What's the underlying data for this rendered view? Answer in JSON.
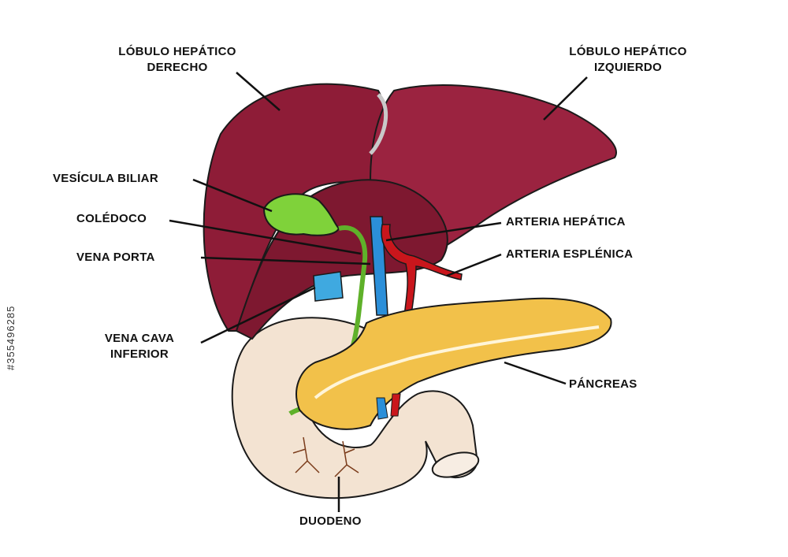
{
  "labels": {
    "right_lobe": "LÓBULO HEPÁTICO\nDERECHO",
    "left_lobe": "LÓBULO HEPÁTICO\nIZQUIERDO",
    "gallbladder": "VESÍCULA BILIAR",
    "common_bile_duct": "COLÉDOCO",
    "portal_vein": "VENA PORTA",
    "inferior_vena_cava": "VENA CAVA\nINFERIOR",
    "hepatic_artery": "ARTERIA HEPÁTICA",
    "splenic_artery": "ARTERIA ESPLÉNICA",
    "pancreas": "PÁNCREAS",
    "duodenum": "DUODENO"
  },
  "watermark": "#355496285",
  "colors": {
    "liver": "#8e1c37",
    "liver_dark": "#6e1128",
    "gallbladder": "#7fd23a",
    "bile_duct": "#5fb12a",
    "portal_vein": "#2b8fd9",
    "artery": "#c9161c",
    "pancreas": "#f2c14a",
    "duodenum": "#f3e3d2",
    "ivc": "#3fa9e0"
  }
}
